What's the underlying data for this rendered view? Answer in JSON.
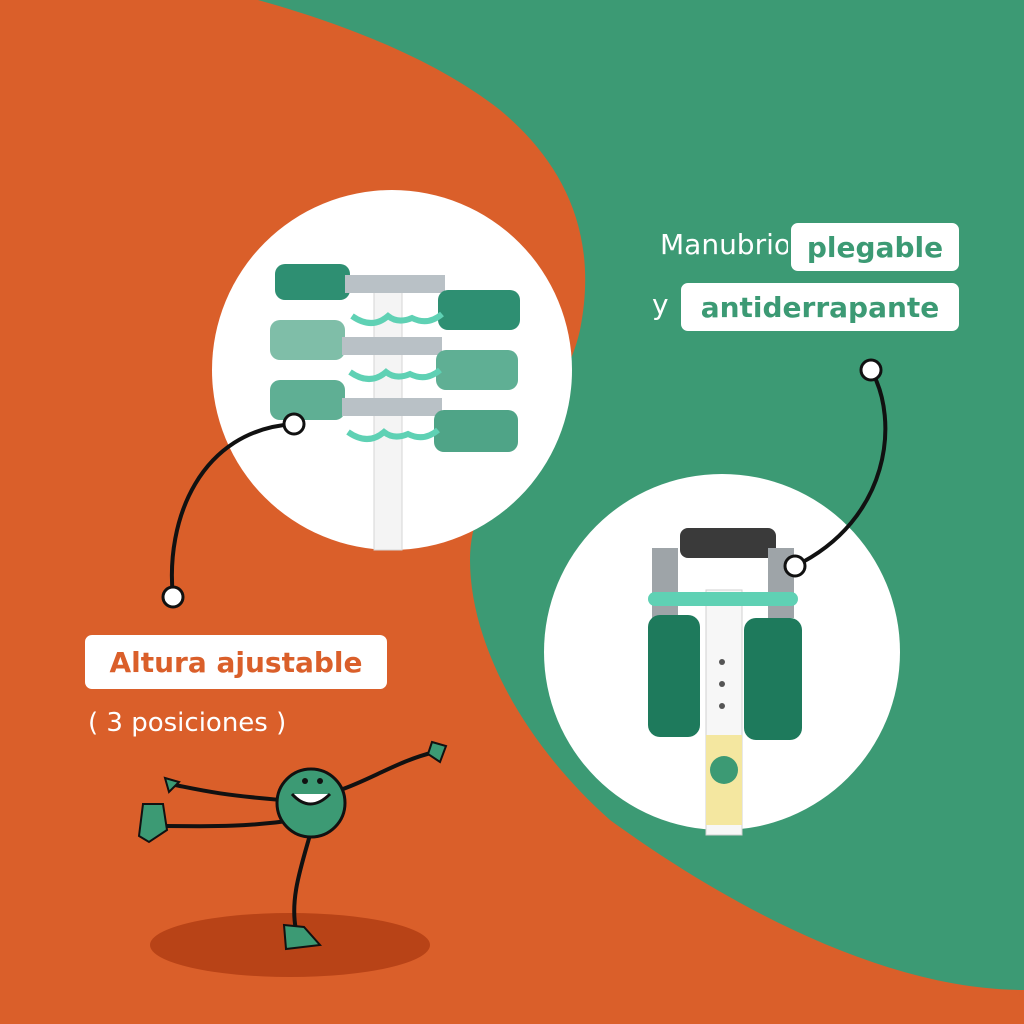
{
  "colors": {
    "orange": "#DA5F2A",
    "green": "#3C9A74",
    "dark_green": "#1E7A5C",
    "teal": "#5FD1B4",
    "shadow": "#B84317",
    "white": "#FFFFFF",
    "ink": "#111111"
  },
  "left_callout": {
    "title": "Altura ajustable",
    "subtitle": "( 3 posiciones )"
  },
  "right_callout": {
    "prefix_1": "Manubrio",
    "highlight_1": "plegable",
    "prefix_2": "y",
    "highlight_2": "antiderrapante"
  },
  "photos": {
    "top_photo": "handlebar-heights-photo",
    "bottom_photo": "folded-handlebar-photo"
  },
  "mascot": "dancing-ball-mascot"
}
